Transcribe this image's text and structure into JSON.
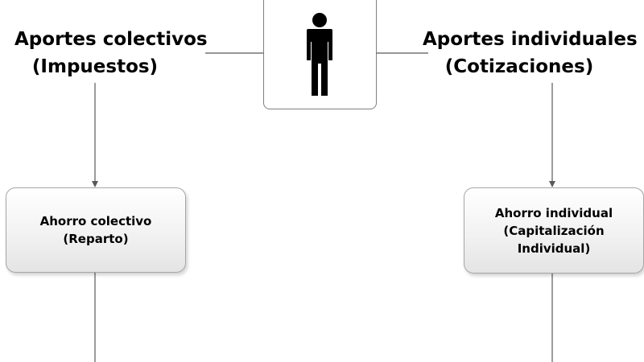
{
  "diagram": {
    "left_contribution": {
      "line1": "Aportes colectivos",
      "line2": "(Impuestos)"
    },
    "right_contribution": {
      "line1": "Aportes individuales",
      "line2": "(Cotizaciones)"
    },
    "person_icon": "person-icon",
    "left_savings": {
      "line1": "Ahorro colectivo",
      "line2": "(Reparto)"
    },
    "right_savings": {
      "line1": "Ahorro individual",
      "line2": "(Capitalización",
      "line3": "Individual)"
    }
  },
  "colors": {
    "line": "#595959",
    "box_border": "#a6a6a6",
    "person": "#000000"
  }
}
